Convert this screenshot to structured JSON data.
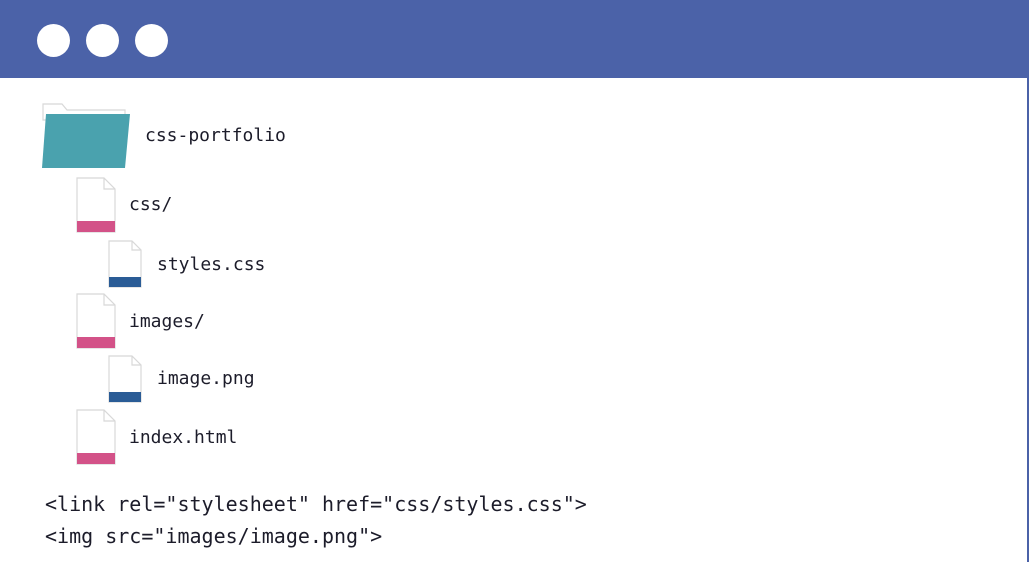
{
  "window": {
    "accent_color": "#4b62a8",
    "controls": [
      "window-dot",
      "window-dot",
      "window-dot"
    ]
  },
  "tree": {
    "root": {
      "label": "css-portfolio",
      "icon": "folder-icon",
      "color": "#4aa2ae"
    },
    "items": [
      {
        "label": "css/",
        "icon": "file-icon",
        "color": "#d35288",
        "depth": 1
      },
      {
        "label": "styles.css",
        "icon": "file-icon",
        "color": "#2a5c96",
        "depth": 2
      },
      {
        "label": "images/",
        "icon": "file-icon",
        "color": "#d35288",
        "depth": 1
      },
      {
        "label": "image.png",
        "icon": "file-icon",
        "color": "#2a5c96",
        "depth": 2
      },
      {
        "label": "index.html",
        "icon": "file-icon",
        "color": "#d35288",
        "depth": 1
      }
    ]
  },
  "code": {
    "lines": [
      "<link rel=\"stylesheet\" href=\"css/styles.css\">",
      "<img src=\"images/image.png\">"
    ]
  }
}
